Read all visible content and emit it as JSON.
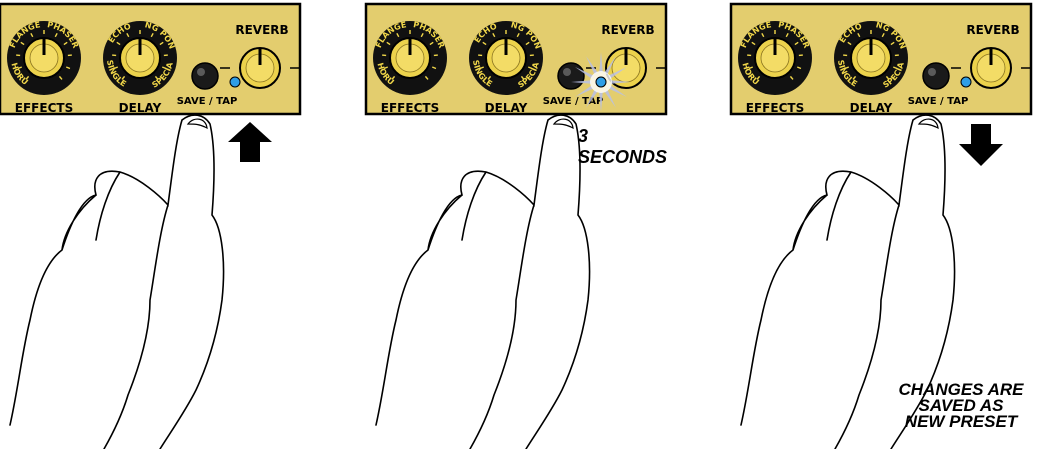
{
  "panel_labels": {
    "flange": "FLANGE",
    "phaser": "PHASER",
    "chorus": "CHORUS",
    "echo": "ECHO",
    "ping_pong": "PING PONG",
    "single": "SINGLE",
    "special": "SPECIAL",
    "effects": "EFFECTS",
    "delay": "DELAY",
    "save_tap": "SAVE / TAP",
    "reverb": "REVERB"
  },
  "steps": [
    {
      "id": "press",
      "caption": ""
    },
    {
      "id": "hold",
      "caption": "3 SECONDS"
    },
    {
      "id": "release",
      "caption_lines": [
        "CHANGES ARE",
        "SAVED AS",
        "NEW PRESET"
      ]
    }
  ],
  "colors": {
    "panel_gold": "#e3cd6e",
    "knob_yellow": "#ecd24c",
    "ring_black": "#111111",
    "ring_text": "#f2d84a",
    "led_blue": "#2f9ee6",
    "glow": "#b9bfe6",
    "ink": "#000000"
  },
  "icons": [
    "up-arrow-icon",
    "down-arrow-icon",
    "finger-hand",
    "led-glow-icon"
  ]
}
